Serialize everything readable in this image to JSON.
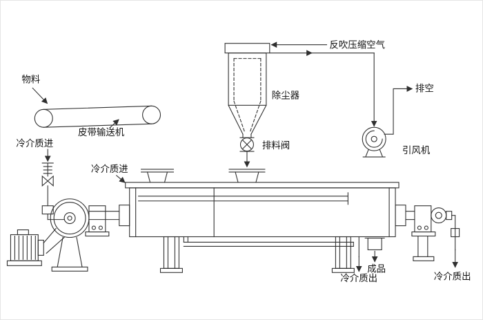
{
  "diagram": {
    "colors": {
      "line": "#2f2f2f",
      "background": "#ffffff",
      "text": "#111111"
    },
    "labels": {
      "material": "物料",
      "belt_conveyor": "皮带输送机",
      "cold_medium_in_left": "冷介质进",
      "cold_medium_in_top": "冷介质进",
      "backblow_compressed_air": "反吹压缩空气",
      "dust_collector": "除尘器",
      "discharge_valve": "排料阀",
      "vent": "排空",
      "induced_draft_fan": "引风机",
      "product": "成品",
      "cold_medium_out_center": "冷介质出",
      "cold_medium_out_right": "冷介质出"
    }
  }
}
